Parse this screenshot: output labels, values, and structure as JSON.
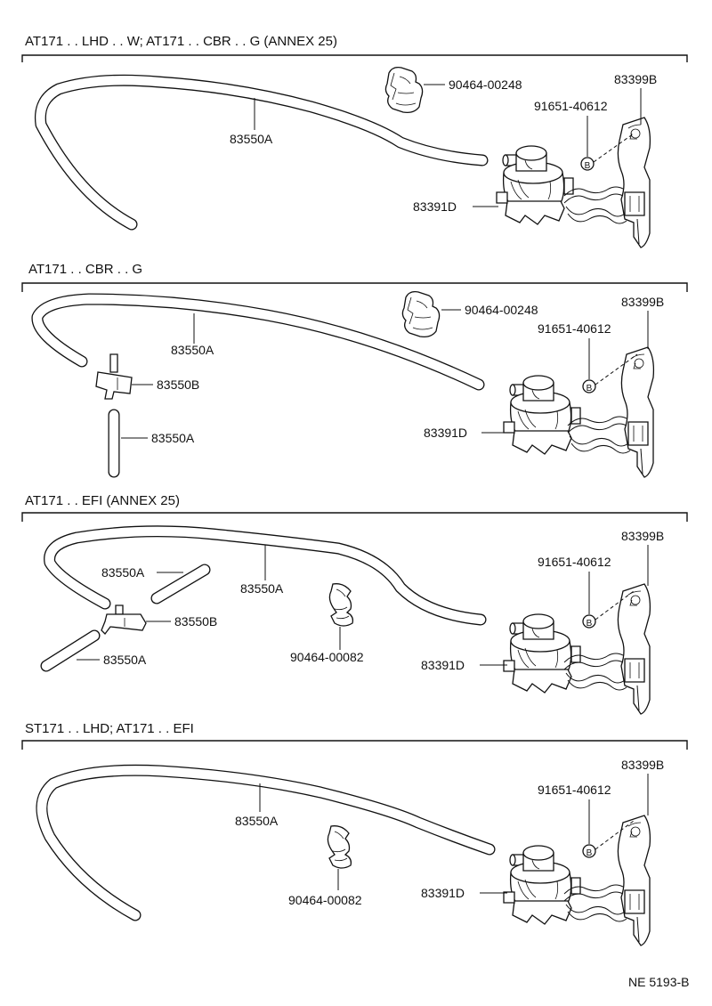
{
  "sections": [
    {
      "header": "AT171 . . LHD . . W; AT171 . . CBR . . G (ANNEX 25)",
      "labels": {
        "clip": "90464-00248",
        "bracket": "83399B",
        "bolt": "91651-40612",
        "hose": "83550A",
        "valve": "83391D",
        "bolt_mark": "B"
      }
    },
    {
      "header": "AT171 . . CBR . . G",
      "labels": {
        "clip": "90464-00248",
        "bracket": "83399B",
        "bolt": "91651-40612",
        "hose": "83550A",
        "tee": "83550B",
        "hose_short": "83550A",
        "valve": "83391D",
        "bolt_mark": "B"
      }
    },
    {
      "header": "AT171 . . EFI (ANNEX 25)",
      "labels": {
        "bracket": "83399B",
        "bolt": "91651-40612",
        "hose_a": "83550A",
        "hose": "83550A",
        "tee": "83550B",
        "hose_c": "83550A",
        "clip": "90464-00082",
        "valve": "83391D",
        "bolt_mark": "B"
      }
    },
    {
      "header": "ST171 . . LHD; AT171 . . EFI",
      "labels": {
        "bracket": "83399B",
        "bolt": "91651-40612",
        "hose": "83550A",
        "clip": "90464-00082",
        "valve": "83391D",
        "bolt_mark": "B"
      }
    }
  ],
  "footer_code": "NE 5193-B"
}
